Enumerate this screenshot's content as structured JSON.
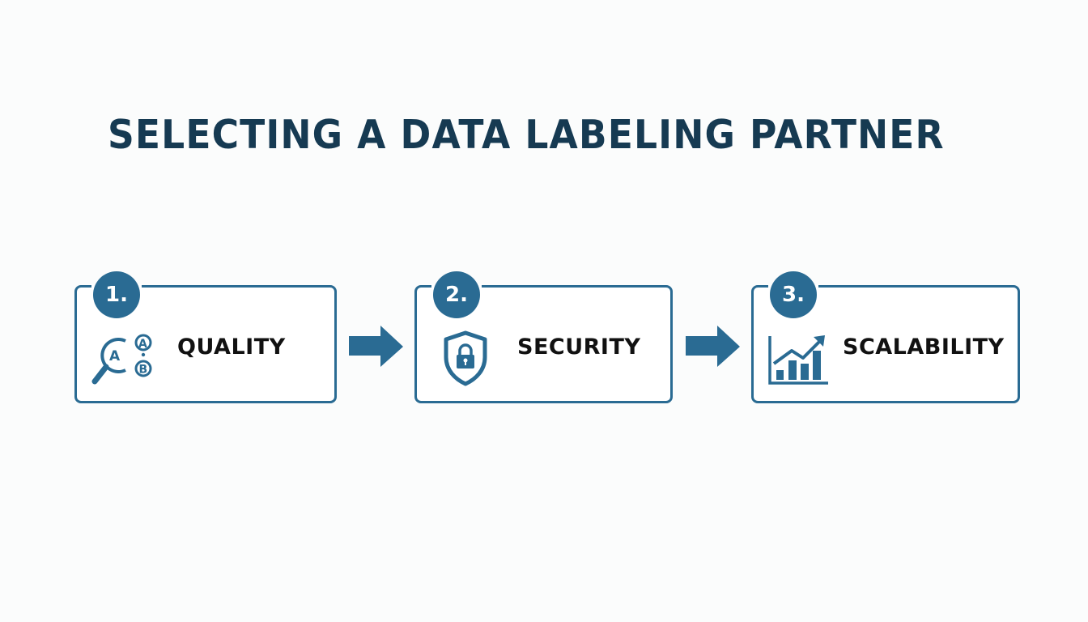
{
  "title": "SELECTING A DATA LABELING PARTNER",
  "colors": {
    "primary": "#2a6b93",
    "title": "#163a52",
    "label": "#111111",
    "background": "#fbfcfc"
  },
  "steps": [
    {
      "number": "1.",
      "label": "QUALITY",
      "icon": "magnifier-ab-icon"
    },
    {
      "number": "2.",
      "label": "SECURITY",
      "icon": "shield-lock-icon"
    },
    {
      "number": "3.",
      "label": "SCALABILITY",
      "icon": "growth-chart-icon"
    }
  ],
  "connectors": [
    {
      "icon": "arrow-right-icon"
    },
    {
      "icon": "arrow-right-icon"
    }
  ]
}
